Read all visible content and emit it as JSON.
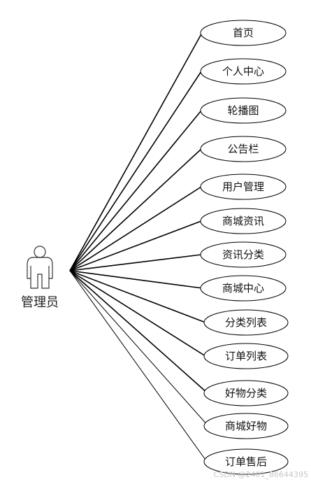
{
  "actor": {
    "label": "管理员",
    "icon": "person-icon"
  },
  "use_cases": [
    {
      "label": "首页"
    },
    {
      "label": "个人中心"
    },
    {
      "label": "轮播图"
    },
    {
      "label": "公告栏"
    },
    {
      "label": "用户管理"
    },
    {
      "label": "商城资讯"
    },
    {
      "label": "资讯分类"
    },
    {
      "label": "商城中心"
    },
    {
      "label": "分类列表"
    },
    {
      "label": "订单列表"
    },
    {
      "label": "好物分类"
    },
    {
      "label": "商城好物"
    },
    {
      "label": "订单售后"
    }
  ],
  "watermark": "CSDN @2401_86644395"
}
